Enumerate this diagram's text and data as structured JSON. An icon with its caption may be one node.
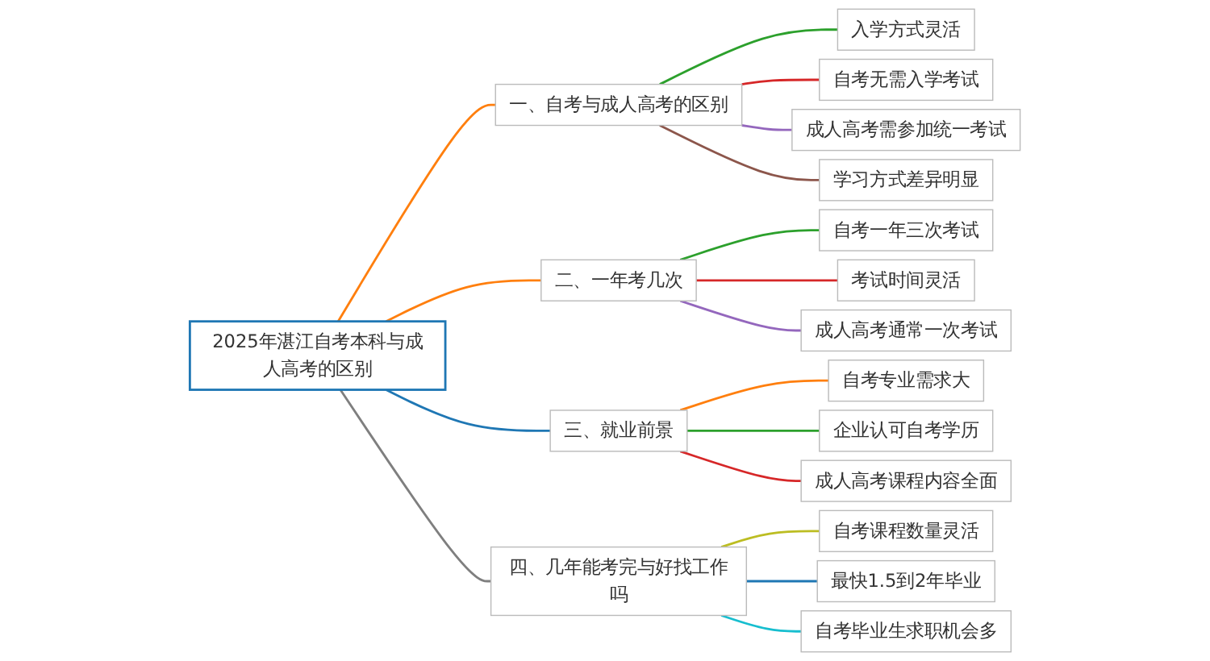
{
  "diagram": {
    "nodes": [
      {
        "text": [
          "2025年湛江自考本科与成人高考的区别"
        ]
      },
      {
        "text": [
          "一、自考与成人高考的区别"
        ]
      },
      {
        "text": [
          "入学方式灵活"
        ]
      },
      {
        "text": [
          "自考无需入学考试"
        ]
      },
      {
        "text": [
          "成人高考需参加统一考试"
        ]
      },
      {
        "text": [
          "学习方式差异明显"
        ]
      },
      {
        "text": [
          "二、一年考几次"
        ]
      },
      {
        "text": [
          "自考一年三次考试"
        ]
      },
      {
        "text": [
          "考试时间灵活"
        ]
      },
      {
        "text": [
          "成人高考通常一次考试"
        ]
      },
      {
        "text": [
          "三、就业前景"
        ]
      },
      {
        "text": [
          "自考专业需求大"
        ]
      },
      {
        "text": [
          "企业认可自考学历"
        ]
      },
      {
        "text": [
          "成人高考课程内容全面"
        ]
      },
      {
        "text": [
          "四、几年能考完与好找工作吗"
        ]
      },
      {
        "text": [
          "自考课程数量灵活"
        ]
      },
      {
        "text": [
          "最快1.5到2年毕业"
        ]
      },
      {
        "text": [
          "自考毕业生求职机会多"
        ]
      }
    ],
    "edges": [
      {
        "from": 0,
        "to": 1,
        "arrow": "none",
        "color": "#ff7f0e"
      },
      {
        "from": 1,
        "to": 2,
        "arrow": "none",
        "color": "#2ca02c"
      },
      {
        "from": 1,
        "to": 3,
        "arrow": "none",
        "color": "#d62728"
      },
      {
        "from": 1,
        "to": 4,
        "arrow": "none",
        "color": "#9467bd"
      },
      {
        "from": 1,
        "to": 5,
        "arrow": "none",
        "color": "#8c564b"
      },
      {
        "from": 0,
        "to": 6,
        "arrow": "none",
        "color": "#ff7f0e"
      },
      {
        "from": 6,
        "to": 7,
        "arrow": "none",
        "color": "#2ca02c"
      },
      {
        "from": 6,
        "to": 8,
        "arrow": "none",
        "color": "#d62728"
      },
      {
        "from": 6,
        "to": 9,
        "arrow": "none",
        "color": "#9467bd"
      },
      {
        "from": 0,
        "to": 10,
        "arrow": "none",
        "color": "#1f77b4"
      },
      {
        "from": 10,
        "to": 11,
        "arrow": "none",
        "color": "#ff7f0e"
      },
      {
        "from": 10,
        "to": 12,
        "arrow": "none",
        "color": "#2ca02c"
      },
      {
        "from": 10,
        "to": 13,
        "arrow": "none",
        "color": "#d62728"
      },
      {
        "from": 0,
        "to": 14,
        "arrow": "none",
        "color": "#7f7f7f"
      },
      {
        "from": 14,
        "to": 15,
        "arrow": "none",
        "color": "#bcbd22"
      },
      {
        "from": 14,
        "to": 16,
        "arrow": "none",
        "color": "#1f77b4"
      },
      {
        "from": 14,
        "to": 17,
        "arrow": "none",
        "color": "#17becf"
      }
    ]
  }
}
